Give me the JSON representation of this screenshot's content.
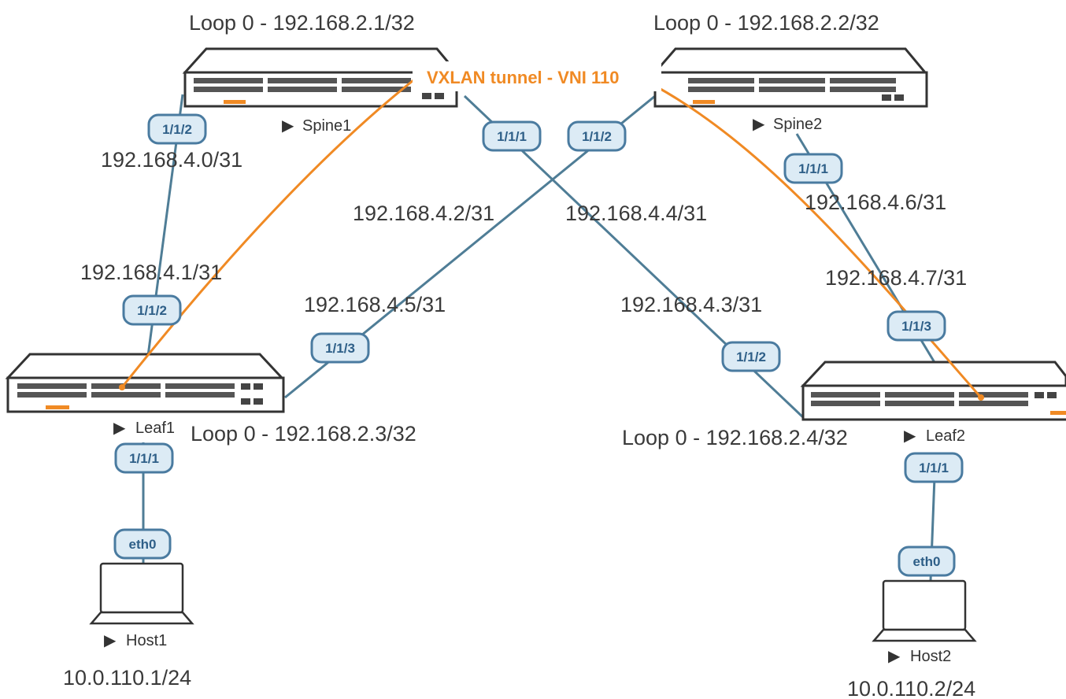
{
  "devices": {
    "spine1": {
      "name": "Spine1",
      "loopback": "Loop 0 - 192.168.2.1/32"
    },
    "spine2": {
      "name": "Spine2",
      "loopback": "Loop 0 - 192.168.2.2/32"
    },
    "leaf1": {
      "name": "Leaf1",
      "loopback": "Loop 0 - 192.168.2.3/32"
    },
    "leaf2": {
      "name": "Leaf2",
      "loopback": "Loop 0 - 192.168.2.4/32"
    },
    "host1": {
      "name": "Host1",
      "ip": "10.0.110.1/24"
    },
    "host2": {
      "name": "Host2",
      "ip": "10.0.110.2/24"
    }
  },
  "tunnel": {
    "label": "VXLAN tunnel - VNI 110"
  },
  "links": [
    {
      "id": "spine1-leaf1",
      "a_port": "1/1/2",
      "a_ip": "192.168.4.0/31",
      "b_port": "1/1/2",
      "b_ip": "192.168.4.1/31"
    },
    {
      "id": "spine1-leaf2",
      "a_port": "1/1/1",
      "a_ip": "192.168.4.4/31",
      "b_port": "1/1/2",
      "b_ip": "192.168.4.3/31"
    },
    {
      "id": "spine2-leaf1",
      "a_port": "1/1/2",
      "a_ip": "192.168.4.2/31",
      "b_port": "1/1/3",
      "b_ip": "192.168.4.5/31"
    },
    {
      "id": "spine2-leaf2",
      "a_port": "1/1/1",
      "a_ip": "192.168.4.6/31",
      "b_port": "1/1/3",
      "b_ip": "192.168.4.7/31"
    },
    {
      "id": "leaf1-host1",
      "a_port": "1/1/1",
      "b_port": "eth0"
    },
    {
      "id": "leaf2-host2",
      "a_port": "1/1/1",
      "b_port": "eth0"
    }
  ],
  "arrow_glyph": "▶",
  "colors": {
    "link": "#4f7d96",
    "tunnel": "#f08a24",
    "port_fill": "#dcebf5",
    "port_stroke": "#4a7ba0"
  }
}
